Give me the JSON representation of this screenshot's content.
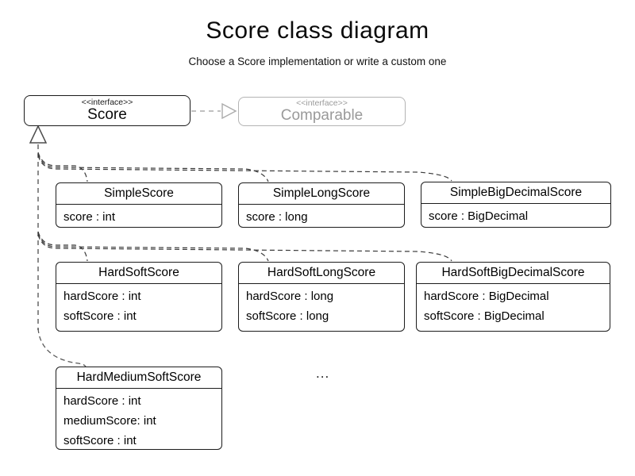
{
  "header": {
    "title": "Score class diagram",
    "subtitle": "Choose a Score implementation or write a custom one"
  },
  "interfaces": {
    "score": {
      "stereotype": "<<interface>>",
      "name": "Score"
    },
    "comparable": {
      "stereotype": "<<interface>>",
      "name": "Comparable"
    }
  },
  "classes": [
    {
      "name": "SimpleScore",
      "attributes": [
        "score : int"
      ]
    },
    {
      "name": "SimpleLongScore",
      "attributes": [
        "score : long"
      ]
    },
    {
      "name": "SimpleBigDecimalScore",
      "attributes": [
        "score : BigDecimal"
      ]
    },
    {
      "name": "HardSoftScore",
      "attributes": [
        "hardScore : int",
        "softScore : int"
      ]
    },
    {
      "name": "HardSoftLongScore",
      "attributes": [
        "hardScore : long",
        "softScore : long"
      ]
    },
    {
      "name": "HardSoftBigDecimalScore",
      "attributes": [
        "hardScore : BigDecimal",
        "softScore : BigDecimal"
      ]
    },
    {
      "name": "HardMediumSoftScore",
      "attributes": [
        "hardScore : int",
        "mediumScore: int",
        "softScore : int"
      ]
    }
  ],
  "ellipsis": "...",
  "colors": {
    "box_border": "#1c1c1c",
    "muted_border": "#b4b4b4",
    "muted_text": "#9a9a9a",
    "edge_dark": "#3a3a3a",
    "edge_gray": "#878787"
  }
}
